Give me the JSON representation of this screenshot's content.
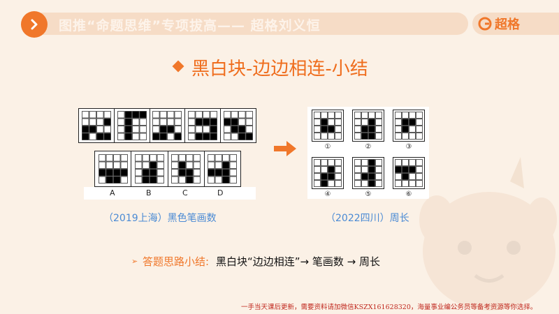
{
  "header": {
    "title": "图推“命题思维”专项拔高—— 超格刘义恒",
    "logo_text": "超格",
    "accent_color": "#f0772a"
  },
  "section": {
    "title": "黑白块-边边相连-小结"
  },
  "puzzle1": {
    "option_labels": [
      "A",
      "B",
      "C",
      "D"
    ],
    "caption": "（2019上海）黑色笔画数"
  },
  "puzzle2": {
    "numbers": [
      "①",
      "②",
      "③",
      "④",
      "⑤",
      "⑥"
    ],
    "caption": "（2022四川）周长"
  },
  "summary": {
    "bullet_icon": "triangle-bullet-icon",
    "label": "答题思路小结:",
    "text": "黑白块“边边相连”→ 笔画数 → 周长"
  },
  "footer": {
    "note": "一手当天课后更新，需要资料请加微信KSZX161628320，海量事业编公务员等备考资源等你选择。"
  }
}
